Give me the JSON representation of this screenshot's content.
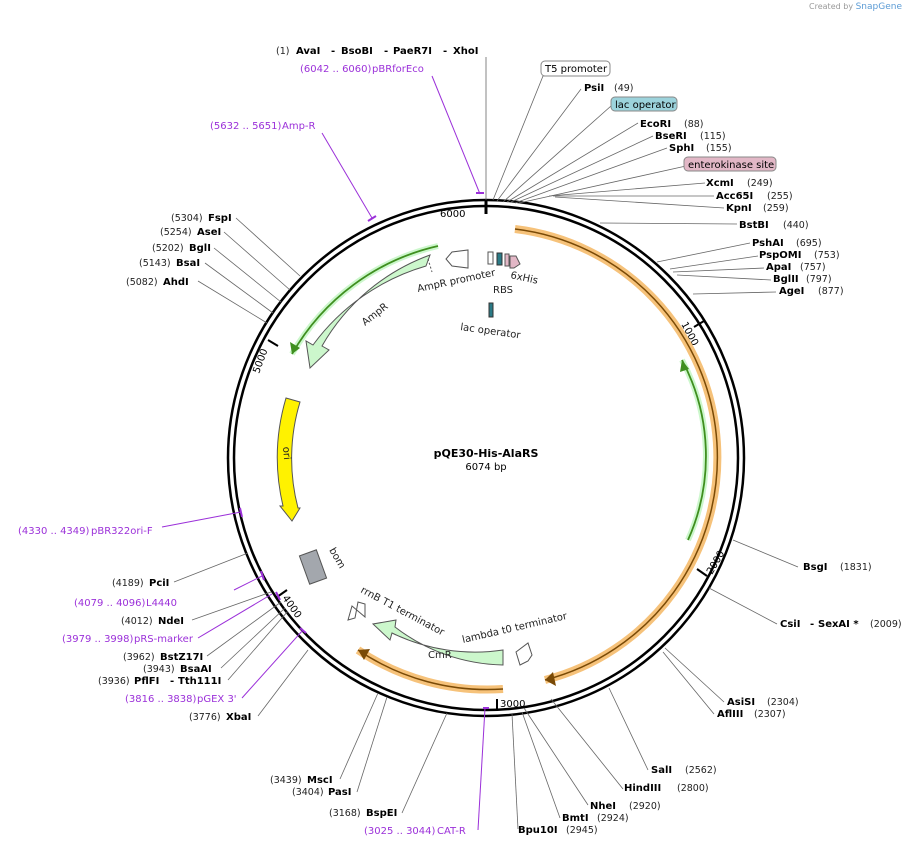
{
  "credit": {
    "prefix": "Created by",
    "brand": "SnapGene"
  },
  "plasmid": {
    "name": "pQE30-His-AlaRS",
    "length_label": "6074 bp",
    "length": 6074
  },
  "ticks": [
    "1000",
    "2000",
    "3000",
    "4000",
    "5000",
    "6000"
  ],
  "sites": [
    {
      "id": "avai",
      "name": "AvaI",
      "pos": "(1)",
      "extra": [
        "BsoBI",
        "PaeR7I",
        "XhoI"
      ]
    },
    {
      "id": "psii",
      "name": "PsiI",
      "pos": "(49)"
    },
    {
      "id": "ecori",
      "name": "EcoRI",
      "pos": "(88)"
    },
    {
      "id": "bseri",
      "name": "BseRI",
      "pos": "(115)"
    },
    {
      "id": "sphi",
      "name": "SphI",
      "pos": "(155)"
    },
    {
      "id": "xcmi",
      "name": "XcmI",
      "pos": "(249)"
    },
    {
      "id": "acc65i",
      "name": "Acc65I",
      "pos": "(255)"
    },
    {
      "id": "kpni",
      "name": "KpnI",
      "pos": "(259)"
    },
    {
      "id": "bstbi",
      "name": "BstBI",
      "pos": "(440)"
    },
    {
      "id": "pshai",
      "name": "PshAI",
      "pos": "(695)"
    },
    {
      "id": "pspomi",
      "name": "PspOMI",
      "pos": "(753)"
    },
    {
      "id": "apai",
      "name": "ApaI",
      "pos": "(757)"
    },
    {
      "id": "bglii",
      "name": "BglII",
      "pos": "(797)"
    },
    {
      "id": "agei",
      "name": "AgeI",
      "pos": "(877)"
    },
    {
      "id": "bsgi",
      "name": "BsgI",
      "pos": "(1831)"
    },
    {
      "id": "csii",
      "name": "CsiI",
      "pos": "(2009)",
      "extra": [
        "SexAI *"
      ]
    },
    {
      "id": "asisi",
      "name": "AsiSI",
      "pos": "(2304)"
    },
    {
      "id": "afliii",
      "name": "AflIII",
      "pos": "(2307)"
    },
    {
      "id": "sali",
      "name": "SalI",
      "pos": "(2562)"
    },
    {
      "id": "hindiii",
      "name": "HindIII",
      "pos": "(2800)"
    },
    {
      "id": "nhei",
      "name": "NheI",
      "pos": "(2920)"
    },
    {
      "id": "bmti",
      "name": "BmtI",
      "pos": "(2924)"
    },
    {
      "id": "bpu10i",
      "name": "Bpu10I",
      "pos": "(2945)"
    },
    {
      "id": "bspei",
      "name": "BspEI",
      "pos": "(3168)"
    },
    {
      "id": "pasi",
      "name": "PasI",
      "pos": "(3404)"
    },
    {
      "id": "msci",
      "name": "MscI",
      "pos": "(3439)"
    },
    {
      "id": "xbai",
      "name": "XbaI",
      "pos": "(3776)"
    },
    {
      "id": "pflfi",
      "name": "PflFI",
      "pos": "(3936)",
      "extra": [
        "Tth111I"
      ]
    },
    {
      "id": "bsaai",
      "name": "BsaAI",
      "pos": "(3943)"
    },
    {
      "id": "bstz17i",
      "name": "BstZ17I",
      "pos": "(3962)"
    },
    {
      "id": "ndei",
      "name": "NdeI",
      "pos": "(4012)"
    },
    {
      "id": "pcii",
      "name": "PciI",
      "pos": "(4189)"
    },
    {
      "id": "ahdi",
      "name": "AhdI",
      "pos": "(5082)"
    },
    {
      "id": "bsai",
      "name": "BsaI",
      "pos": "(5143)"
    },
    {
      "id": "bgli",
      "name": "BglI",
      "pos": "(5202)"
    },
    {
      "id": "asei",
      "name": "AseI",
      "pos": "(5254)"
    },
    {
      "id": "fspi",
      "name": "FspI",
      "pos": "(5304)"
    }
  ],
  "primers": [
    {
      "id": "pbrforeco",
      "name": "pBRforEco",
      "range": "(6042 .. 6060)"
    },
    {
      "id": "ampr",
      "name": "Amp-R",
      "range": "(5632 .. 5651)"
    },
    {
      "id": "pbr322ori",
      "name": "pBR322ori-F",
      "range": "(4330 .. 4349)"
    },
    {
      "id": "l4440",
      "name": "L4440",
      "range": "(4079 .. 4096)"
    },
    {
      "id": "prsmarker",
      "name": "pRS-marker",
      "range": "(3979 .. 3998)"
    },
    {
      "id": "pgex3",
      "name": "pGEX 3'",
      "range": "(3816 .. 3838)"
    },
    {
      "id": "catr",
      "name": "CAT-R",
      "range": "(3025 .. 3044)"
    }
  ],
  "boxed_features": [
    {
      "id": "t5promoter",
      "label": "T5 promoter",
      "fill": "#ffffff"
    },
    {
      "id": "lacoperator",
      "label": "lac operator",
      "fill": "#9cd3dc"
    },
    {
      "id": "enterokinase",
      "label": "enterokinase site",
      "fill": "#e2b7c6"
    }
  ],
  "features": [
    {
      "id": "ampr-promoter",
      "label": "AmpR promoter"
    },
    {
      "id": "ampr",
      "label": "AmpR"
    },
    {
      "id": "ori",
      "label": "ori"
    },
    {
      "id": "bom",
      "label": "bom"
    },
    {
      "id": "rrnb",
      "label": "rrnB T1 terminator"
    },
    {
      "id": "cmr",
      "label": "CmR"
    },
    {
      "id": "lambda",
      "label": "lambda t0 terminator"
    },
    {
      "id": "rbs",
      "label": "RBS"
    },
    {
      "id": "his",
      "label": "6xHis"
    },
    {
      "id": "lacop2",
      "label": "lac operator"
    }
  ],
  "colors": {
    "primer": "#9b30d9",
    "orf_orange": "#f6c27a",
    "orf_green": "#3f8f1f",
    "ampr_fill": "#ccf7cc",
    "ori_fill": "#fff200",
    "bom_fill": "#a3a7ad"
  }
}
